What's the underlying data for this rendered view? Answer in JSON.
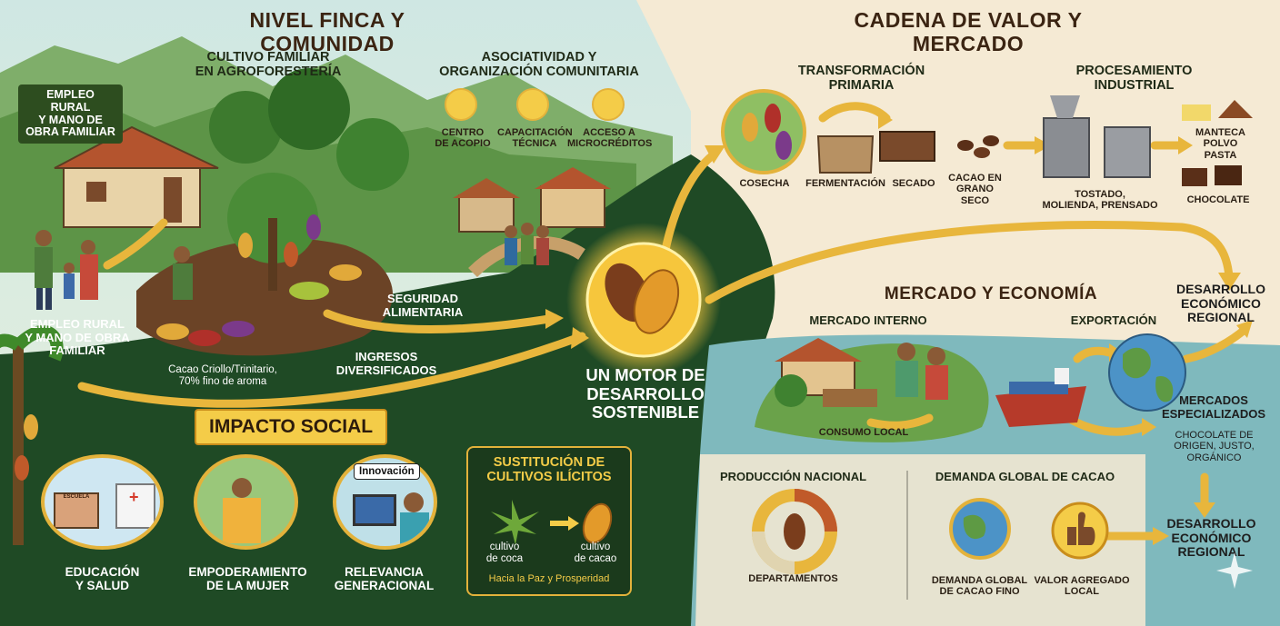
{
  "finca": {
    "title": "NIVEL FINCA Y COMUNIDAD",
    "cultivo": "CULTIVO FAMILIAR\nEN AGROFORESTERÍA",
    "asoc": "ASOCIATIVIDAD Y\nORGANIZACIÓN COMUNITARIA",
    "empleo_badge": "EMPLEO RURAL\nY MANO DE\nOBRA FAMILIAR",
    "empleo_label": "EMPLEO RURAL\nY MANO DE OBRA\nFAMILIAR",
    "centro": "CENTRO\nDE ACOPIO",
    "capacitacion": "CAPACITACIÓN\nTÉCNICA",
    "acceso": "ACCESO A\nMICROCRÉDITOS",
    "seguridad": "SEGURIDAD\nALIMENTARIA",
    "ingresos": "INGRESOS\nDIVERSIFICADOS",
    "cacao_tipo": "Cacao Criollo/Trinitario,\n70% fino de aroma"
  },
  "social": {
    "title": "IMPACTO SOCIAL",
    "educacion": "EDUCACIÓN\nY SALUD",
    "escuela": "ESCUELA",
    "empoderamiento": "EMPODERAMIENTO\nDE LA MUJER",
    "relevancia": "RELEVANCIA\nGENERACIONAL",
    "innovacion": "Innovación"
  },
  "sustitucion": {
    "title": "SUSTITUCIÓN DE\nCULTIVOS ILÍCITOS",
    "coca": "cultivo\nde coca",
    "cacao": "cultivo\nde cacao",
    "paz": "Hacia la Paz y Prosperidad"
  },
  "center": {
    "label": "UN MOTOR DE\nDESARROLLO\nSOSTENIBLE"
  },
  "cadena": {
    "title": "CADENA DE VALOR Y MERCADO",
    "transformacion": "TRANSFORMACIÓN PRIMARIA",
    "procesamiento": "PROCESAMIENTO INDUSTRIAL",
    "cosecha": "COSECHA",
    "fermentacion": "FERMENTACIÓN",
    "secado": "SECADO",
    "grano": "CACAO EN\nGRANO SECO",
    "tostado": "TOSTADO,\nMOLIENDA, PRENSADO",
    "productos": "MANTECA\nPOLVO\nPASTA",
    "chocolate": "CHOCOLATE"
  },
  "mercado": {
    "title": "MERCADO Y ECONOMÍA",
    "interno": "MERCADO INTERNO",
    "exportacion": "EXPORTACIÓN",
    "consumo": "CONSUMO LOCAL",
    "desarrollo1": "DESARROLLO\nECONÓMICO\nREGIONAL",
    "especializados": "MERCADOS\nESPECIALIZADOS",
    "origen": "CHOCOLATE DE\nORIGEN, JUSTO,\nORGÁNICO",
    "desarrollo2": "DESARROLLO\nECONÓMICO\nREGIONAL",
    "produccion": "PRODUCCIÓN NACIONAL",
    "departamentos": "DEPARTAMENTOS",
    "demanda_title": "DEMANDA GLOBAL DE CACAO",
    "demanda": "DEMANDA GLOBAL\nDE CACAO FINO",
    "valor": "VALOR AGREGADO\nLOCAL"
  },
  "colors": {
    "green_dark": "#1f4a25",
    "cream": "#f5ead4",
    "sea": "#7fb9bd",
    "gold": "#e3b23b",
    "cacao": "#7a3d1c"
  }
}
